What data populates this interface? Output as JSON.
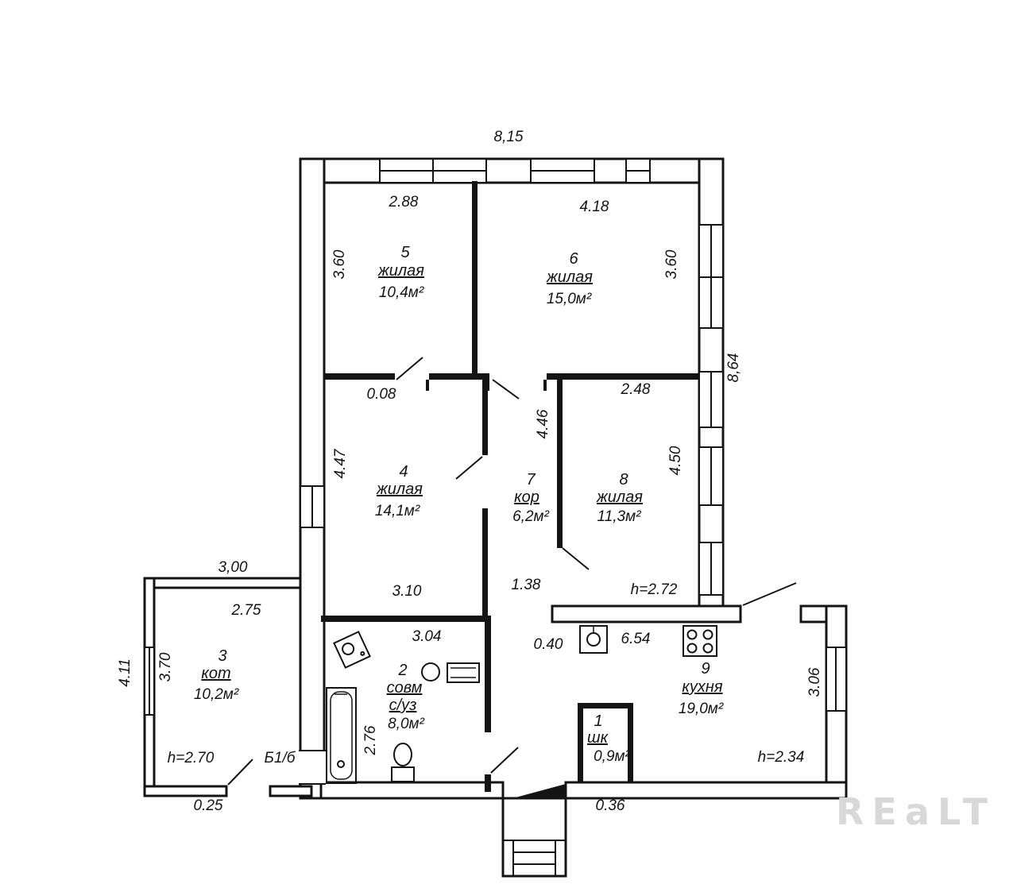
{
  "plan": {
    "watermark": "REaLT"
  },
  "rooms": {
    "r1": {
      "number": "1",
      "name": "шк",
      "area": "0,9м²"
    },
    "r2": {
      "number": "2",
      "name": "совм",
      "name_line2": "с/уз",
      "area": "8,0м²"
    },
    "r3": {
      "number": "3",
      "name": "кот",
      "area": "10,2м²",
      "height": "h=2.70"
    },
    "r4": {
      "number": "4",
      "name": "жилая",
      "area": "14,1м²"
    },
    "r5": {
      "number": "5",
      "name": "жилая",
      "area": "10,4м²"
    },
    "r6": {
      "number": "6",
      "name": "жилая",
      "area": "15,0м²"
    },
    "r7": {
      "number": "7",
      "name": "кор",
      "area": "6,2м²"
    },
    "r8": {
      "number": "8",
      "name": "жилая",
      "area": "11,3м²",
      "height": "h=2.72"
    },
    "r9": {
      "number": "9",
      "name": "кухня",
      "area": "19,0м²",
      "height": "h=2.34"
    }
  },
  "dimensions": {
    "top_width": "8,15",
    "r5_w": "2.88",
    "r5_h": "3.60",
    "r6_w": "4.18",
    "r6_h": "3.60",
    "right_h": "8,64",
    "stub": "0.08",
    "r8_w": "2.48",
    "corridor_l": "4.46",
    "r4_h": "4.47",
    "r8_h": "4.50",
    "r4_w": "3.10",
    "corridor_w": "1.38",
    "annex_out_w": "3,00",
    "annex_in_w": "2.75",
    "annex_out_h": "4.11",
    "annex_in_h": "3.70",
    "annex_door": "0.25",
    "annex_mark": "Б1/б",
    "bath_w": "3.04",
    "bath_h": "2.76",
    "closet_w": "0.36",
    "kitchen_off": "0.40",
    "kitchen_w": "6.54",
    "kitchen_h": "3.06"
  }
}
